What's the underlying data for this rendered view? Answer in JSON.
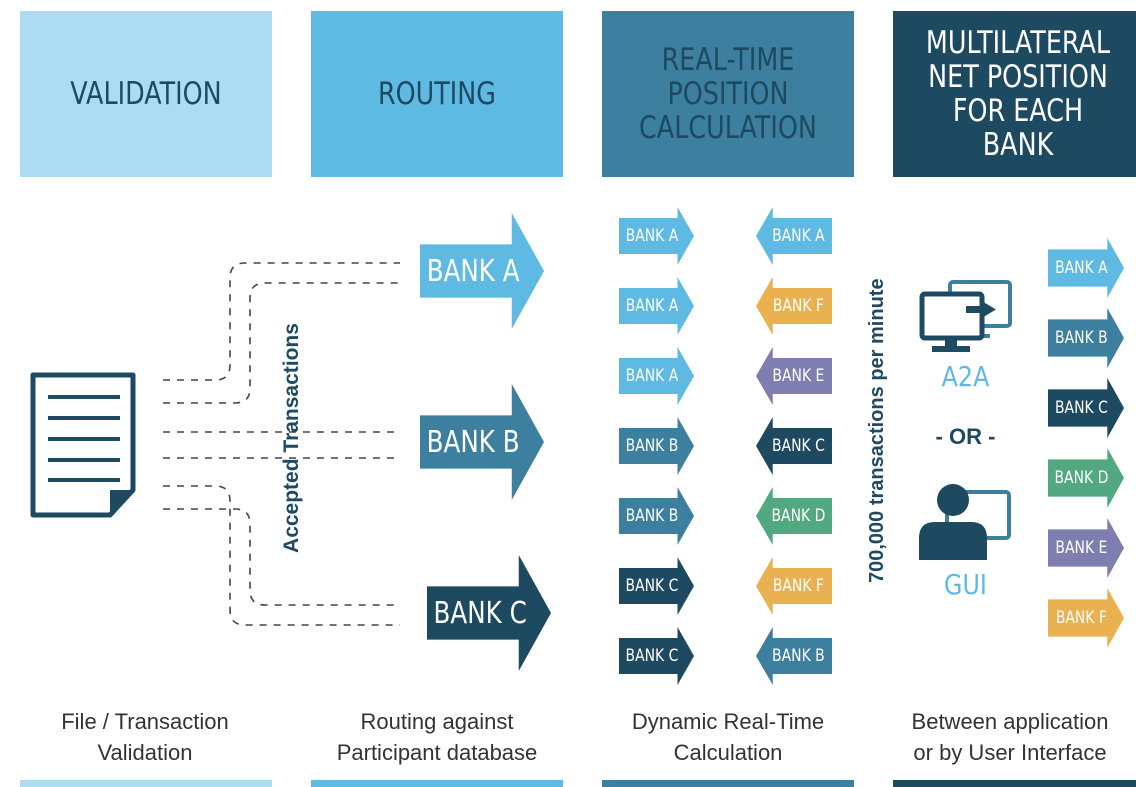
{
  "colors": {
    "stage1": "#abdcf2",
    "stage2": "#5eb9e3",
    "stage3": "#3d7f9f",
    "stage4": "#1d4961",
    "header_text_dark": "#1d4961",
    "light_blue": "#5eb9e3",
    "mid_blue": "#3d7f9f",
    "dark_navy": "#1d4961",
    "orange": "#e9b14f",
    "purple": "#7f7eb0",
    "green": "#52a880"
  },
  "stages": [
    {
      "title": "VALIDATION",
      "caption": "File / Transaction\nValidation"
    },
    {
      "title": "ROUTING",
      "caption": "Routing against\nParticipant database"
    },
    {
      "title": "REAL-TIME\nPOSITION\nCALCULATION",
      "caption": "Dynamic Real-Time\nCalculation"
    },
    {
      "title": "MULTILATERAL\nNET POSITION\nFOR EACH BANK",
      "caption": "Between application\nor by User Interface"
    }
  ],
  "validation": {
    "icon": "document-icon",
    "vertical_label": "Accepted Transactions"
  },
  "routing": {
    "arrows": [
      {
        "label": "BANK A",
        "color": "#5eb9e3"
      },
      {
        "label": "BANK B",
        "color": "#3d7f9f"
      },
      {
        "label": "BANK C",
        "color": "#1d4961"
      }
    ]
  },
  "calculation": {
    "right_arrows": [
      {
        "label": "BANK A",
        "color": "#5eb9e3"
      },
      {
        "label": "BANK A",
        "color": "#5eb9e3"
      },
      {
        "label": "BANK A",
        "color": "#5eb9e3"
      },
      {
        "label": "BANK B",
        "color": "#3d7f9f"
      },
      {
        "label": "BANK B",
        "color": "#3d7f9f"
      },
      {
        "label": "BANK C",
        "color": "#1d4961"
      },
      {
        "label": "BANK C",
        "color": "#1d4961"
      }
    ],
    "left_arrows": [
      {
        "label": "BANK A",
        "color": "#5eb9e3"
      },
      {
        "label": "BANK F",
        "color": "#e9b14f"
      },
      {
        "label": "BANK E",
        "color": "#7f7eb0"
      },
      {
        "label": "BANK C",
        "color": "#1d4961"
      },
      {
        "label": "BANK D",
        "color": "#52a880"
      },
      {
        "label": "BANK F",
        "color": "#e9b14f"
      },
      {
        "label": "BANK B",
        "color": "#3d7f9f"
      }
    ],
    "vertical_label": "700,000 transactions per minute"
  },
  "net_position": {
    "a2a_label": "A2A",
    "a2a_icon": "computer-transfer-icon",
    "or_label": "- OR -",
    "gui_label": "GUI",
    "gui_icon": "user-at-computer-icon",
    "arrows": [
      {
        "label": "BANK A",
        "color": "#5eb9e3"
      },
      {
        "label": "BANK B",
        "color": "#3d7f9f"
      },
      {
        "label": "BANK C",
        "color": "#1d4961"
      },
      {
        "label": "BANK D",
        "color": "#52a880"
      },
      {
        "label": "BANK E",
        "color": "#7f7eb0"
      },
      {
        "label": "BANK F",
        "color": "#e9b14f"
      }
    ]
  }
}
